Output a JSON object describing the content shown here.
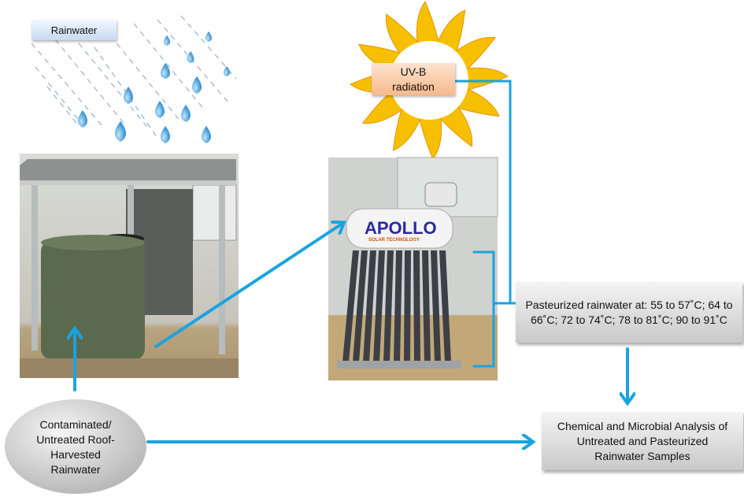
{
  "labels": {
    "rainwater": "Rainwater",
    "uvb": "UV-B radiation",
    "pasteurized": "Pasteurized rainwater at: 55 to 57˚C; 64 to 66˚C; 72 to 74˚C; 78 to 81˚C; 90 to 91˚C",
    "analysis": "Chemical and Microbial Analysis of Untreated and Pasteurized Rainwater Samples",
    "source": "Contaminated/ Untreated Roof-Harvested Rainwater",
    "heater_brand": "APOLLO",
    "heater_sub": "SOLAR TECHNOLOGY"
  },
  "colors": {
    "arrow": "#1aa3e0",
    "drop": "#2a8fd0",
    "sun_outer": "#f7c400",
    "sun_inner": "#fff36b"
  }
}
